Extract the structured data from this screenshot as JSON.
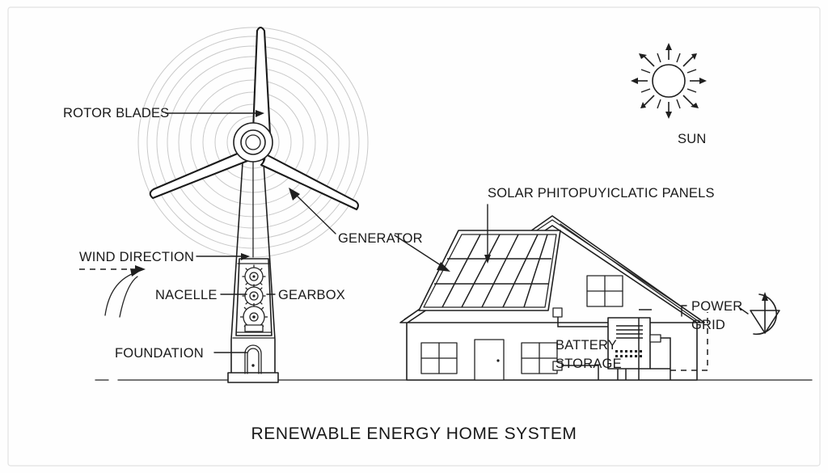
{
  "diagram": {
    "title": "RENEWABLE ENERGY HOME SYSTEM",
    "style": "monochrome line drawing / technical sketch",
    "background_color": "#ffffff",
    "ink_color": "#1f1f1f",
    "faint_color": "#c9c9c9"
  },
  "labels": {
    "rotor_blades": "ROTOR BLADES",
    "generator": "GENERATOR",
    "wind_direction": "WIND DIRECTION",
    "nacelle": "NACELLE",
    "gearbox": "GEARBOX",
    "foundation": "FOUNDATION",
    "sun": "SUN",
    "solar_panels": "SOLAR PHITOPUYICLATIC PANELS",
    "battery_storage_line1": "BATTERY",
    "battery_storage_line2": "STORAGE",
    "power_grid_line1": "POWER",
    "power_grid_line2": "GRID"
  },
  "components": {
    "wind_turbine": {
      "blades": 3,
      "hub": "double-circle",
      "motion_rings": 9,
      "gears_in_nacelle": 3
    },
    "house": {
      "windows": 3,
      "doors": 1,
      "roof": "gable",
      "solar_array_columns": 5,
      "solar_array_rows": 3
    },
    "sun": {
      "long_rays": 8,
      "short_rays": 8
    },
    "grid_symbol": "circle-with-down-triangle-and-up-arrow"
  }
}
